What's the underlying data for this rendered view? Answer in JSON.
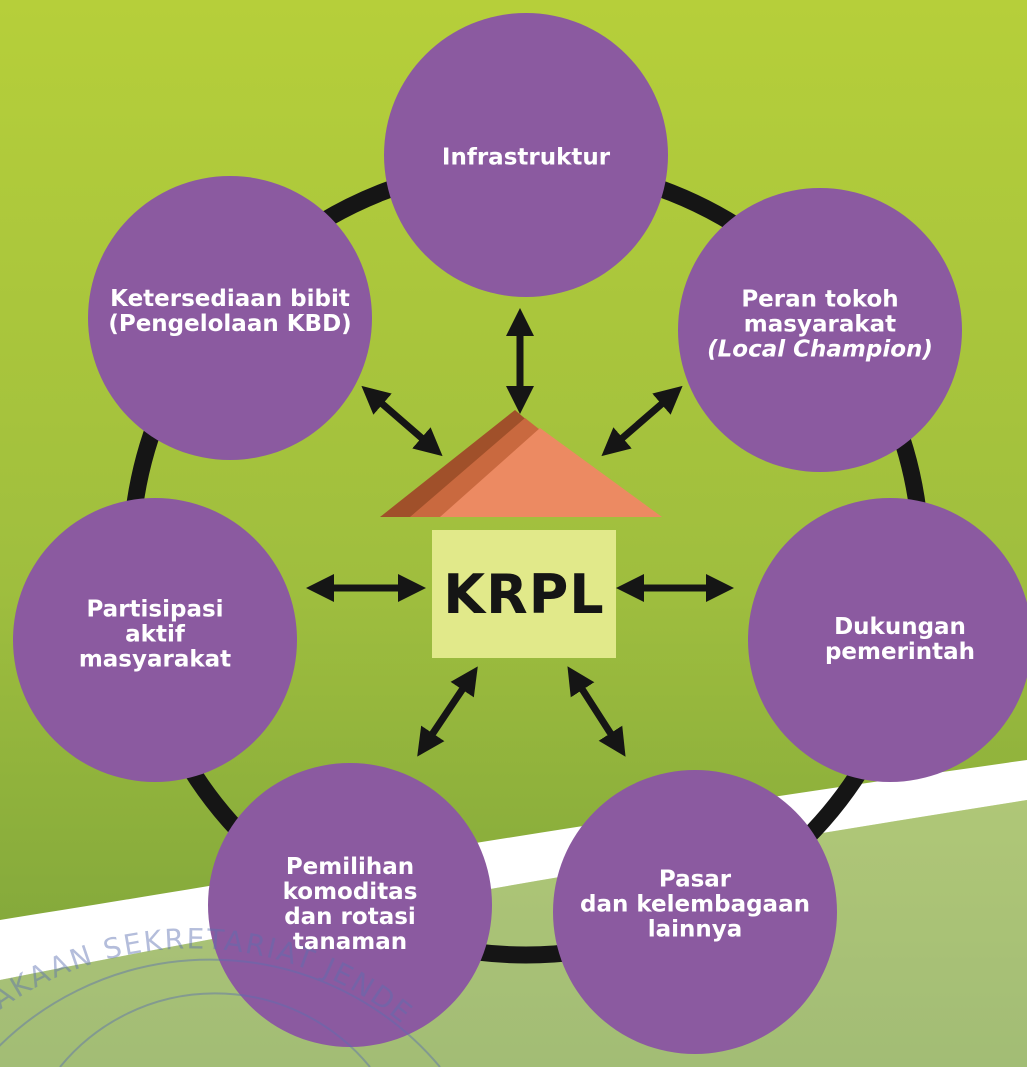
{
  "center": {
    "label": "KRPL"
  },
  "nodes": [
    {
      "id": "infrastruktur",
      "lines": [
        "Infrastruktur"
      ]
    },
    {
      "id": "peran-tokoh",
      "lines": [
        "Peran tokoh",
        "masyarakat",
        "(Local Champion)"
      ]
    },
    {
      "id": "dukungan",
      "lines": [
        "Dukungan",
        "pemerintah"
      ]
    },
    {
      "id": "pasar",
      "lines": [
        "Pasar",
        "dan kelembagaan",
        "lainnya"
      ]
    },
    {
      "id": "pemilihan",
      "lines": [
        "Pemilihan",
        "komoditas",
        "dan rotasi",
        "tanaman"
      ]
    },
    {
      "id": "partisipasi",
      "lines": [
        "Partisipasi",
        "aktif",
        "masyarakat"
      ]
    },
    {
      "id": "ketersediaan",
      "lines": [
        "Ketersediaan bibit",
        "(Pengelolaan KBD)"
      ]
    }
  ],
  "watermark": {
    "text": "AKAAN SEKRETARIAT JENDE"
  },
  "colors": {
    "background_top": "#b3cd3a",
    "background_bottom": "#7fa43b",
    "circle": "#8b5aa0",
    "roof_dark": "#a0502a",
    "roof_light": "#ec8a62",
    "house_body": "#e1e98a",
    "ring": "#151515"
  }
}
